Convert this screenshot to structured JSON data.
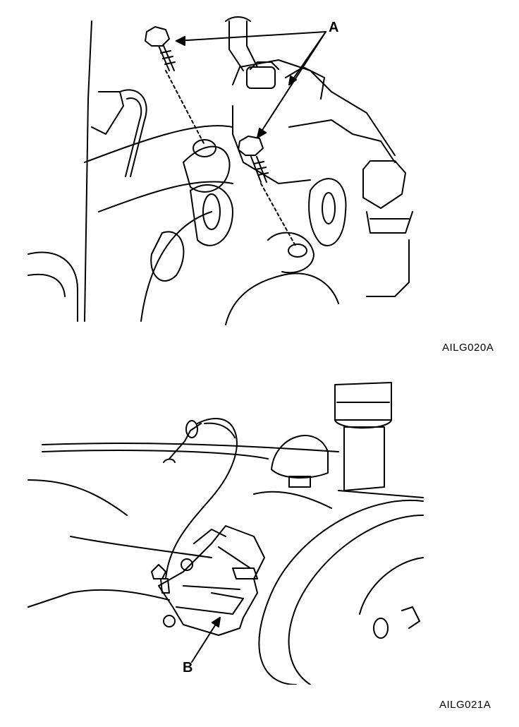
{
  "figures": [
    {
      "id": "AILG020A",
      "callouts": [
        "A"
      ]
    },
    {
      "id": "AILG021A",
      "callouts": [
        "B"
      ]
    }
  ]
}
